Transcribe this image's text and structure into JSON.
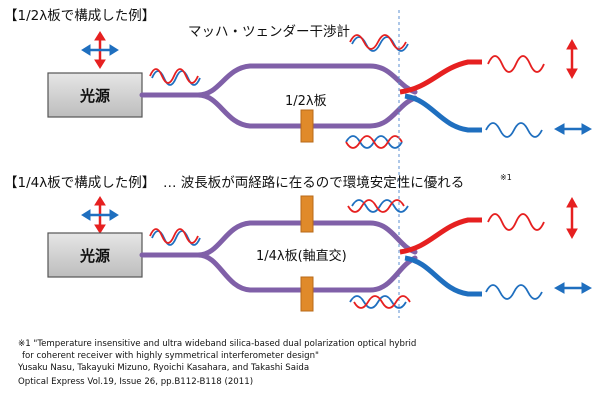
{
  "section1": {
    "title": "【1/2λ板で構成した例】",
    "interferometer_label": "マッハ・ツェンダー干渉計",
    "source_label": "光源",
    "plate_label": "1/2λ板"
  },
  "section2": {
    "title": "【1/4λ板で構成した例】",
    "note": "… 波長板が両経路に在るので環境安定性に優れる",
    "note_mark": "※1",
    "source_label": "光源",
    "plate_label": "1/4λ板(軸直交)"
  },
  "reference": {
    "line1": "※1 \"Temperature insensitive and ultra wideband silica-based dual polarization optical hybrid",
    "line2": "for coherent receiver with highly symmetrical interferometer design\"",
    "line3": "Yusaku Nasu, Takayuki Mizuno, Ryoichi Kasahara, and Takashi Saida",
    "line4": "Optical Express Vol.19, Issue 26, pp.B112-B118 (2011)"
  },
  "colors": {
    "waveguide": "#8060a8",
    "red": "#e62020",
    "blue": "#1f6fbf",
    "plate": "#e08a2a",
    "source_fill": "#cfcfcf"
  }
}
